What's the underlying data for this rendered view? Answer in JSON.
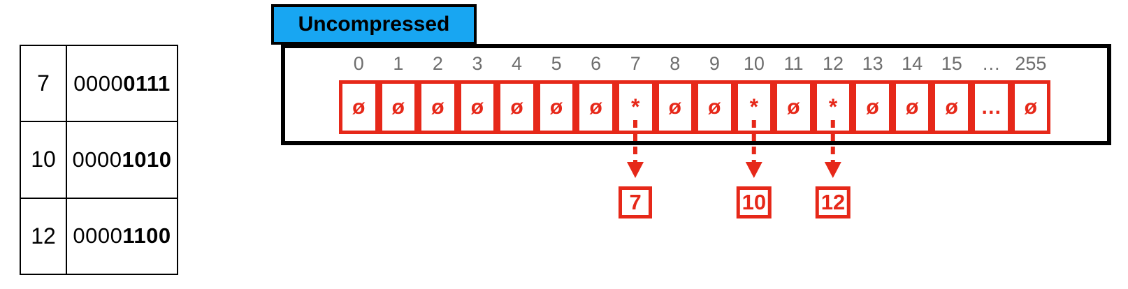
{
  "colors": {
    "red": "#E62819",
    "blue": "#18A6F2",
    "gray": "#6E6E6E",
    "border_black": "#000000"
  },
  "legend_table": {
    "rows": [
      {
        "value": "7",
        "bits_plain": "0000",
        "bits_bold": "0111"
      },
      {
        "value": "10",
        "bits_plain": "0000",
        "bits_bold": "1010"
      },
      {
        "value": "12",
        "bits_plain": "0000",
        "bits_bold": "1100"
      }
    ]
  },
  "bitmap": {
    "title": "Uncompressed",
    "empty_symbol": "ø",
    "set_symbol": "*",
    "indices": [
      "0",
      "1",
      "2",
      "3",
      "4",
      "5",
      "6",
      "7",
      "8",
      "9",
      "10",
      "11",
      "12",
      "13",
      "14",
      "15",
      "…",
      "255"
    ],
    "cells": [
      "ø",
      "ø",
      "ø",
      "ø",
      "ø",
      "ø",
      "ø",
      "*",
      "ø",
      "ø",
      "*",
      "ø",
      "*",
      "ø",
      "ø",
      "ø",
      "…",
      "ø"
    ],
    "pointers": [
      {
        "cell_index": 7,
        "label": "7"
      },
      {
        "cell_index": 10,
        "label": "10"
      },
      {
        "cell_index": 12,
        "label": "12"
      }
    ]
  }
}
